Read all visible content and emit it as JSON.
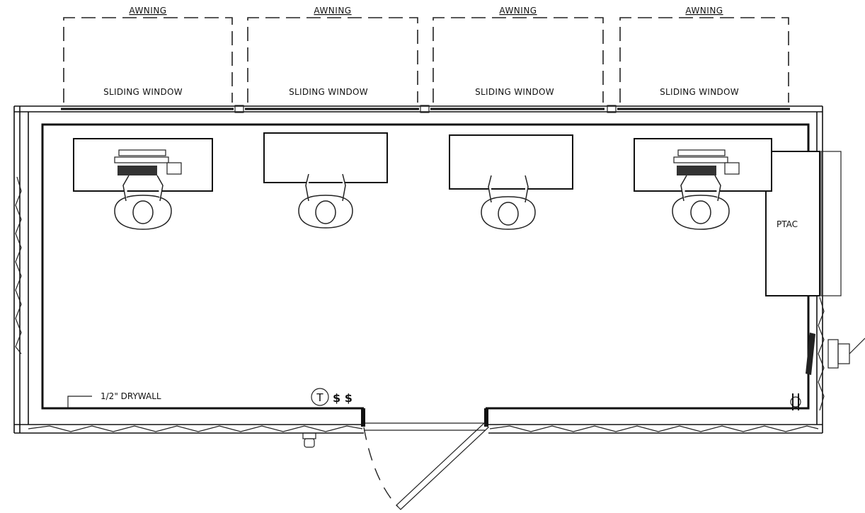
{
  "awnings": [
    {
      "label": "AWNING",
      "window_label": "SLIDING WINDOW"
    },
    {
      "label": "AWNING",
      "window_label": "SLIDING WINDOW"
    },
    {
      "label": "AWNING",
      "window_label": "SLIDING WINDOW"
    },
    {
      "label": "AWNING",
      "window_label": "SLIDING WINDOW"
    }
  ],
  "ptac": {
    "label": "PTAC"
  },
  "drywall": {
    "label": "1/2\" DRYWALL"
  },
  "thermostat": {
    "symbol": "T"
  },
  "switches": {
    "symbol": "$ $"
  },
  "workstations": [
    {
      "icon": "desk-with-computer-icon"
    },
    {
      "icon": "desk-icon"
    },
    {
      "icon": "desk-icon"
    },
    {
      "icon": "desk-with-computer-icon"
    }
  ]
}
